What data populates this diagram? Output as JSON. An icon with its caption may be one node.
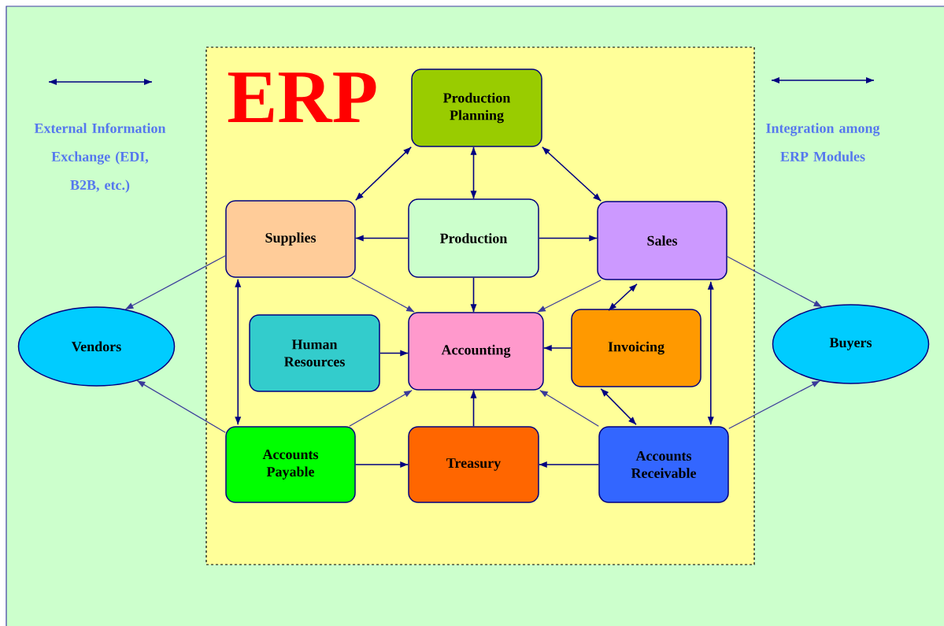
{
  "diagram": {
    "nodes": [
      {
        "text": [
          "ERP"
        ]
      },
      {
        "text": [
          "Production Planning"
        ],
        "in": 0
      },
      {
        "text": [
          "Supplies"
        ],
        "in": 0
      },
      {
        "text": [
          "Production"
        ],
        "in": 0
      },
      {
        "text": [
          "Sales"
        ],
        "in": 0
      },
      {
        "text": [
          "Vendors"
        ]
      },
      {
        "text": [
          "Human Resources"
        ],
        "in": 0
      },
      {
        "text": [
          "Accounting"
        ],
        "in": 0
      },
      {
        "text": [
          "Invoicing"
        ],
        "in": 0
      },
      {
        "text": [
          "Buyers"
        ]
      },
      {
        "text": [
          "Accounts Payable"
        ],
        "in": 0
      },
      {
        "text": [
          "Treasury"
        ],
        "in": 0
      },
      {
        "text": [
          "Accounts Receivable"
        ],
        "in": 0
      }
    ],
    "edges": [
      {
        "from": 1,
        "to": 2,
        "arrow": "both"
      },
      {
        "from": 1,
        "to": 3,
        "arrow": "both"
      },
      {
        "from": 1,
        "to": 4,
        "arrow": "both"
      },
      {
        "from": 3,
        "to": 2,
        "arrow": "to"
      },
      {
        "from": 3,
        "to": 4,
        "arrow": "to"
      },
      {
        "from": 3,
        "to": 7,
        "arrow": "to"
      },
      {
        "from": 2,
        "to": 7,
        "arrow": "to",
        "color": "#3a3a9a"
      },
      {
        "from": 4,
        "to": 7,
        "arrow": "to",
        "color": "#3a3a9a"
      },
      {
        "from": 4,
        "to": 8,
        "arrow": "both"
      },
      {
        "from": 6,
        "to": 7,
        "arrow": "to"
      },
      {
        "from": 8,
        "to": 7,
        "arrow": "to"
      },
      {
        "from": 2,
        "to": 10,
        "arrow": "both"
      },
      {
        "from": 4,
        "to": 12,
        "arrow": "both"
      },
      {
        "from": 10,
        "to": 7,
        "arrow": "to",
        "color": "#3a3a9a"
      },
      {
        "from": 11,
        "to": 7,
        "arrow": "to"
      },
      {
        "from": 12,
        "to": 7,
        "arrow": "to",
        "color": "#3a3a9a"
      },
      {
        "from": 8,
        "to": 12,
        "arrow": "both"
      },
      {
        "from": 10,
        "to": 11,
        "arrow": "to"
      },
      {
        "from": 12,
        "to": 11,
        "arrow": "to"
      },
      {
        "from": 2,
        "to": 5,
        "arrow": "to",
        "color": "#3a3a9a"
      },
      {
        "from": 10,
        "to": 5,
        "arrow": "to",
        "color": "#3a3a9a"
      },
      {
        "from": 4,
        "to": 9,
        "arrow": "to",
        "color": "#3a3a9a"
      },
      {
        "from": 12,
        "to": 9,
        "arrow": "to",
        "color": "#3a3a9a"
      }
    ],
    "legend": [
      {
        "text": "External Information Exchange (EDI, B2B, etc.)"
      },
      {
        "text": "Integration among ERP Modules"
      }
    ]
  }
}
